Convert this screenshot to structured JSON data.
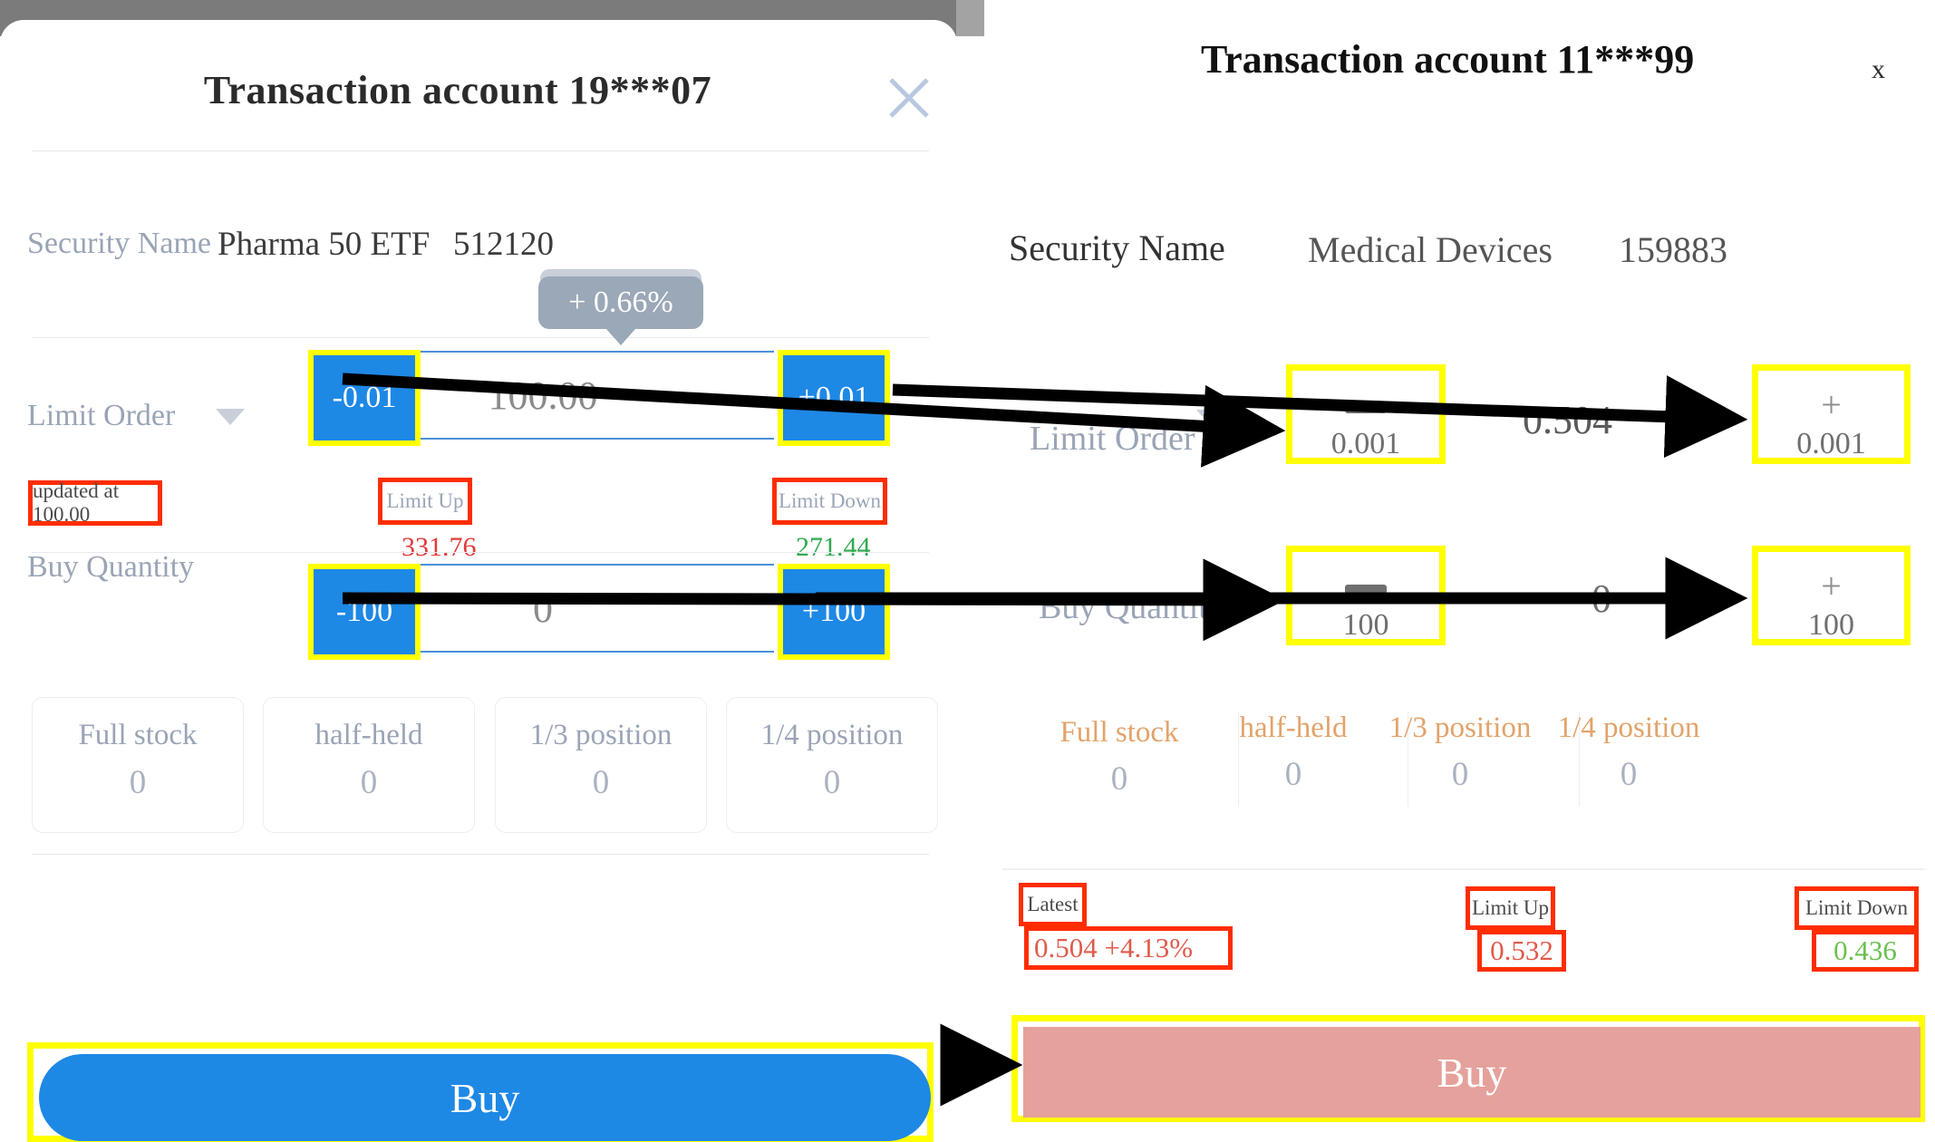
{
  "left_dialog": {
    "title": "Transaction account  19***07",
    "close_icon": "close-x-icon",
    "security": {
      "label": "Security Name",
      "name": "Pharma 50 ETF",
      "code": "512120"
    },
    "order_type": {
      "label": "Limit Order",
      "caret_icon": "chevron-down-icon"
    },
    "price_stepper": {
      "decrement_label": "-0.01",
      "value": "100.00",
      "increment_label": "+0.01",
      "tooltip": "+ 0.66%"
    },
    "annotations": {
      "updated": "updated at 100.00",
      "limit_up_label": "Limit Up",
      "limit_down_label": "Limit Down"
    },
    "limit_up_value": "331.76",
    "limit_down_value": "271.44",
    "quantity": {
      "label": "Buy Quantity",
      "decrement_label": "-100",
      "value": "0",
      "increment_label": "+100"
    },
    "quick_quantities": [
      {
        "label": "Full stock",
        "value": "0"
      },
      {
        "label": "half-held",
        "value": "0"
      },
      {
        "label": "1/3 position",
        "value": "0"
      },
      {
        "label": "1/4 position",
        "value": "0"
      }
    ],
    "buy_label": "Buy"
  },
  "right_dialog": {
    "title": "Transaction account  11***99",
    "close_label": "x",
    "security": {
      "label": "Security Name",
      "name": "Medical Devices",
      "code": "159883"
    },
    "order_type": {
      "label": "Limit Order",
      "caret_icon": "chevron-down-icon"
    },
    "price_stepper": {
      "decrement_icon": "minus-icon",
      "decrement_step": "0.001",
      "value": "0.504",
      "increment_symbol": "+",
      "increment_step": "0.001"
    },
    "quantity": {
      "label": "Buy Quantity",
      "decrement_icon": "minus-icon",
      "decrement_step": "100",
      "value": "0",
      "increment_symbol": "+",
      "increment_step": "100"
    },
    "quick_quantities": [
      {
        "label": "Full stock",
        "value": "0"
      },
      {
        "label": "half-held",
        "value": "0"
      },
      {
        "label": "1/3 position",
        "value": "0"
      },
      {
        "label": "1/4 position",
        "value": "0"
      }
    ],
    "quotes": {
      "latest_label": "Latest",
      "latest_value": "0.504 +4.13%",
      "limit_up_label": "Limit Up",
      "limit_up_value": "0.532",
      "limit_down_label": "Limit Down",
      "limit_down_value": "0.436"
    },
    "buy_label": "Buy"
  },
  "colors": {
    "primary_blue": "#1e88e5",
    "highlight_yellow": "#ffff00",
    "annotation_red": "#ff2d00",
    "up_red": "#e05a4a",
    "down_green": "#6cbf4f",
    "disabled_buy": "#e5a19b",
    "backdrop_gray": "#7b7b7b"
  }
}
